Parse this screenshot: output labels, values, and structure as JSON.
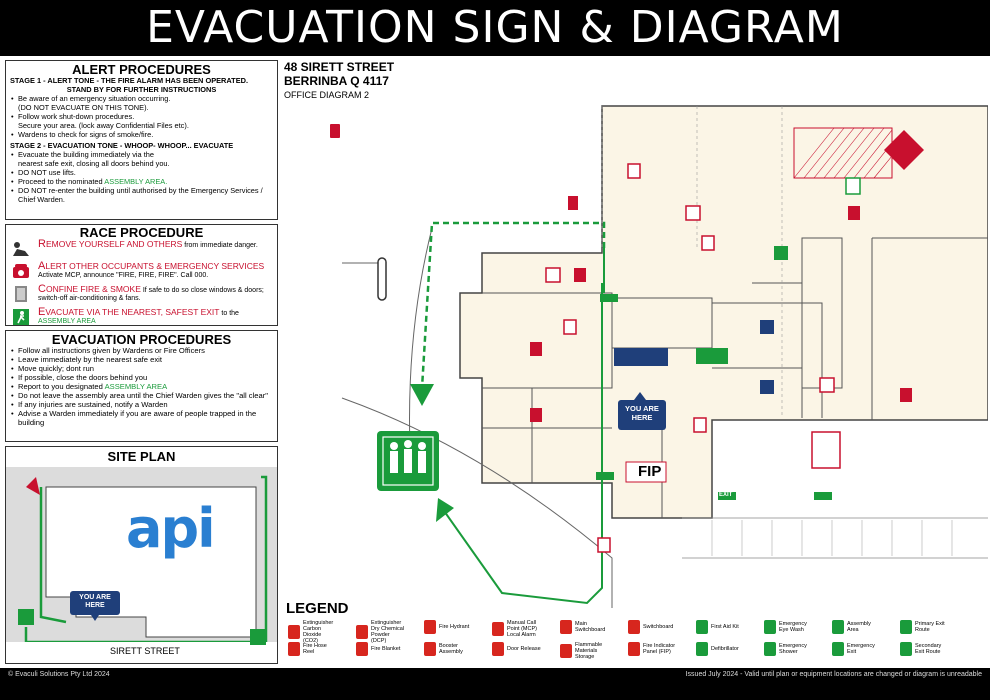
{
  "title": "EVACUATION SIGN & DIAGRAM",
  "address": {
    "line1": "48 SIRETT STREET",
    "line2": "BERRINBA Q 4117",
    "line3": "OFFICE DIAGRAM 2"
  },
  "alert": {
    "heading": "ALERT PROCEDURES",
    "stage1_a": "STAGE 1 - ALERT TONE - THE FIRE ALARM HAS BEEN OPERATED.",
    "stage1_b": "STAND BY FOR FURTHER INSTRUCTIONS",
    "stage1_items": [
      "Be aware of an emergency situation occurring.",
      "(DO NOT EVACUATE ON THIS TONE).",
      "Follow work shut-down procedures.",
      "Secure your area. (lock away Confidential Files etc).",
      "Wardens to check for signs of smoke/fire."
    ],
    "stage2": "STAGE 2 - EVACUATION TONE - WHOOP- WHOOP... EVACUATE",
    "stage2_items": [
      "Evacuate the building immediately via the",
      "nearest safe exit, closing all doors behind you.",
      "DO NOT use lifts.",
      "Proceed to the nominated",
      "DO NOT re-enter the building until authorised by the Emergency Services / Chief Warden."
    ],
    "assembly": "ASSEMBLY AREA."
  },
  "race": {
    "heading": "RACE PROCEDURE",
    "r1_cap": "R",
    "r1_big": "EMOVE YOURSELF AND OTHERS",
    "r1_rest": " from immediate danger.",
    "a_cap": "A",
    "a_big": "LERT OTHER OCCUPANTS & EMERGENCY SERVICES",
    "a_rest": "Activate MCP, announce \"FIRE, FIRE, FIRE\". Call 000.",
    "c_cap": "C",
    "c_big": "ONFINE FIRE & SMOKE",
    "c_rest": " If safe to do so close windows & doors; switch-off air-conditioning & fans.",
    "e_cap": "E",
    "e_big": "VACUATE VIA THE NEAREST, SAFEST EXIT",
    "e_rest": " to the",
    "e_green": "ASSEMBLY AREA"
  },
  "evac": {
    "heading": "EVACUATION PROCEDURES",
    "items": [
      "Follow all instructions given by Wardens or Fire Officers",
      "Leave immediately by the nearest safe exit",
      "Move quickly; dont run",
      "If possible, close the doors behind you",
      "Report to you designated",
      "Do not leave the assembly area until the Chief Warden gives the \"all clear\"",
      "If any injuries are sustained, notify a Warden",
      "Advise a Warden immediately if you are aware of people trapped in the building"
    ],
    "assembly": "ASSEMBLY AREA"
  },
  "site": {
    "heading": "SITE PLAN",
    "logo": "api",
    "you_are_here": [
      "YOU ARE",
      "HERE"
    ],
    "street": "SIRETT STREET"
  },
  "map": {
    "you_are_here": [
      "YOU ARE",
      "HERE"
    ],
    "fip": "FIP",
    "exit": "EXIT"
  },
  "legend": {
    "title": "LEGEND",
    "items": [
      {
        "label": "Extinguisher Carbon Dioxide (CO2)",
        "icon": "extinguisher-co2-icon",
        "color": "#d7261e"
      },
      {
        "label": "Extinguisher Dry Chemical Powder (DCP)",
        "icon": "extinguisher-dcp-icon",
        "color": "#d7261e"
      },
      {
        "label": "Fire Hydrant",
        "icon": "fire-hydrant-icon",
        "color": "#d7261e"
      },
      {
        "label": "Manual Call Point (MCP) Local Alarm",
        "icon": "manual-call-point-icon",
        "color": "#d7261e"
      },
      {
        "label": "Main Switchboard",
        "icon": "main-switchboard-icon",
        "color": "#d7261e"
      },
      {
        "label": "Switchboard",
        "icon": "switchboard-icon",
        "color": "#d7261e"
      },
      {
        "label": "First Aid Kit",
        "icon": "first-aid-icon",
        "color": "#1a9b3b"
      },
      {
        "label": "Emergency Eye Wash",
        "icon": "eye-wash-icon",
        "color": "#1a9b3b"
      },
      {
        "label": "Assembly Area",
        "icon": "assembly-area-icon",
        "color": "#1a9b3b"
      },
      {
        "label": "Primary Exit Route",
        "icon": "primary-route-icon",
        "color": "#1a9b3b"
      },
      {
        "label": "Fire Hose Reel",
        "icon": "fire-hose-reel-icon",
        "color": "#d7261e"
      },
      {
        "label": "Fire Blanket",
        "icon": "fire-blanket-icon",
        "color": "#d7261e"
      },
      {
        "label": "Booster Assembly",
        "icon": "booster-assembly-icon",
        "color": "#d7261e"
      },
      {
        "label": "Door Release",
        "icon": "door-release-icon",
        "color": "#d7261e"
      },
      {
        "label": "Flammable Materials Storage",
        "icon": "flammable-icon",
        "color": "#d7261e"
      },
      {
        "label": "Fire Indicator Panel (FIP)",
        "icon": "fip-icon",
        "color": "#d7261e"
      },
      {
        "label": "Defibrillator",
        "icon": "defibrillator-icon",
        "color": "#1a9b3b"
      },
      {
        "label": "Emergency Shower",
        "icon": "shower-icon",
        "color": "#1a9b3b"
      },
      {
        "label": "Emergency Exit",
        "icon": "exit-icon",
        "color": "#1a9b3b"
      },
      {
        "label": "Secondary Exit Route",
        "icon": "secondary-route-icon",
        "color": "#1a9b3b"
      }
    ]
  },
  "footer": {
    "left": "© Evaculi Solutions Pty Ltd 2024",
    "right": "Issued July 2024 - Valid until plan or equipment locations are changed or diagram is unreadable"
  }
}
